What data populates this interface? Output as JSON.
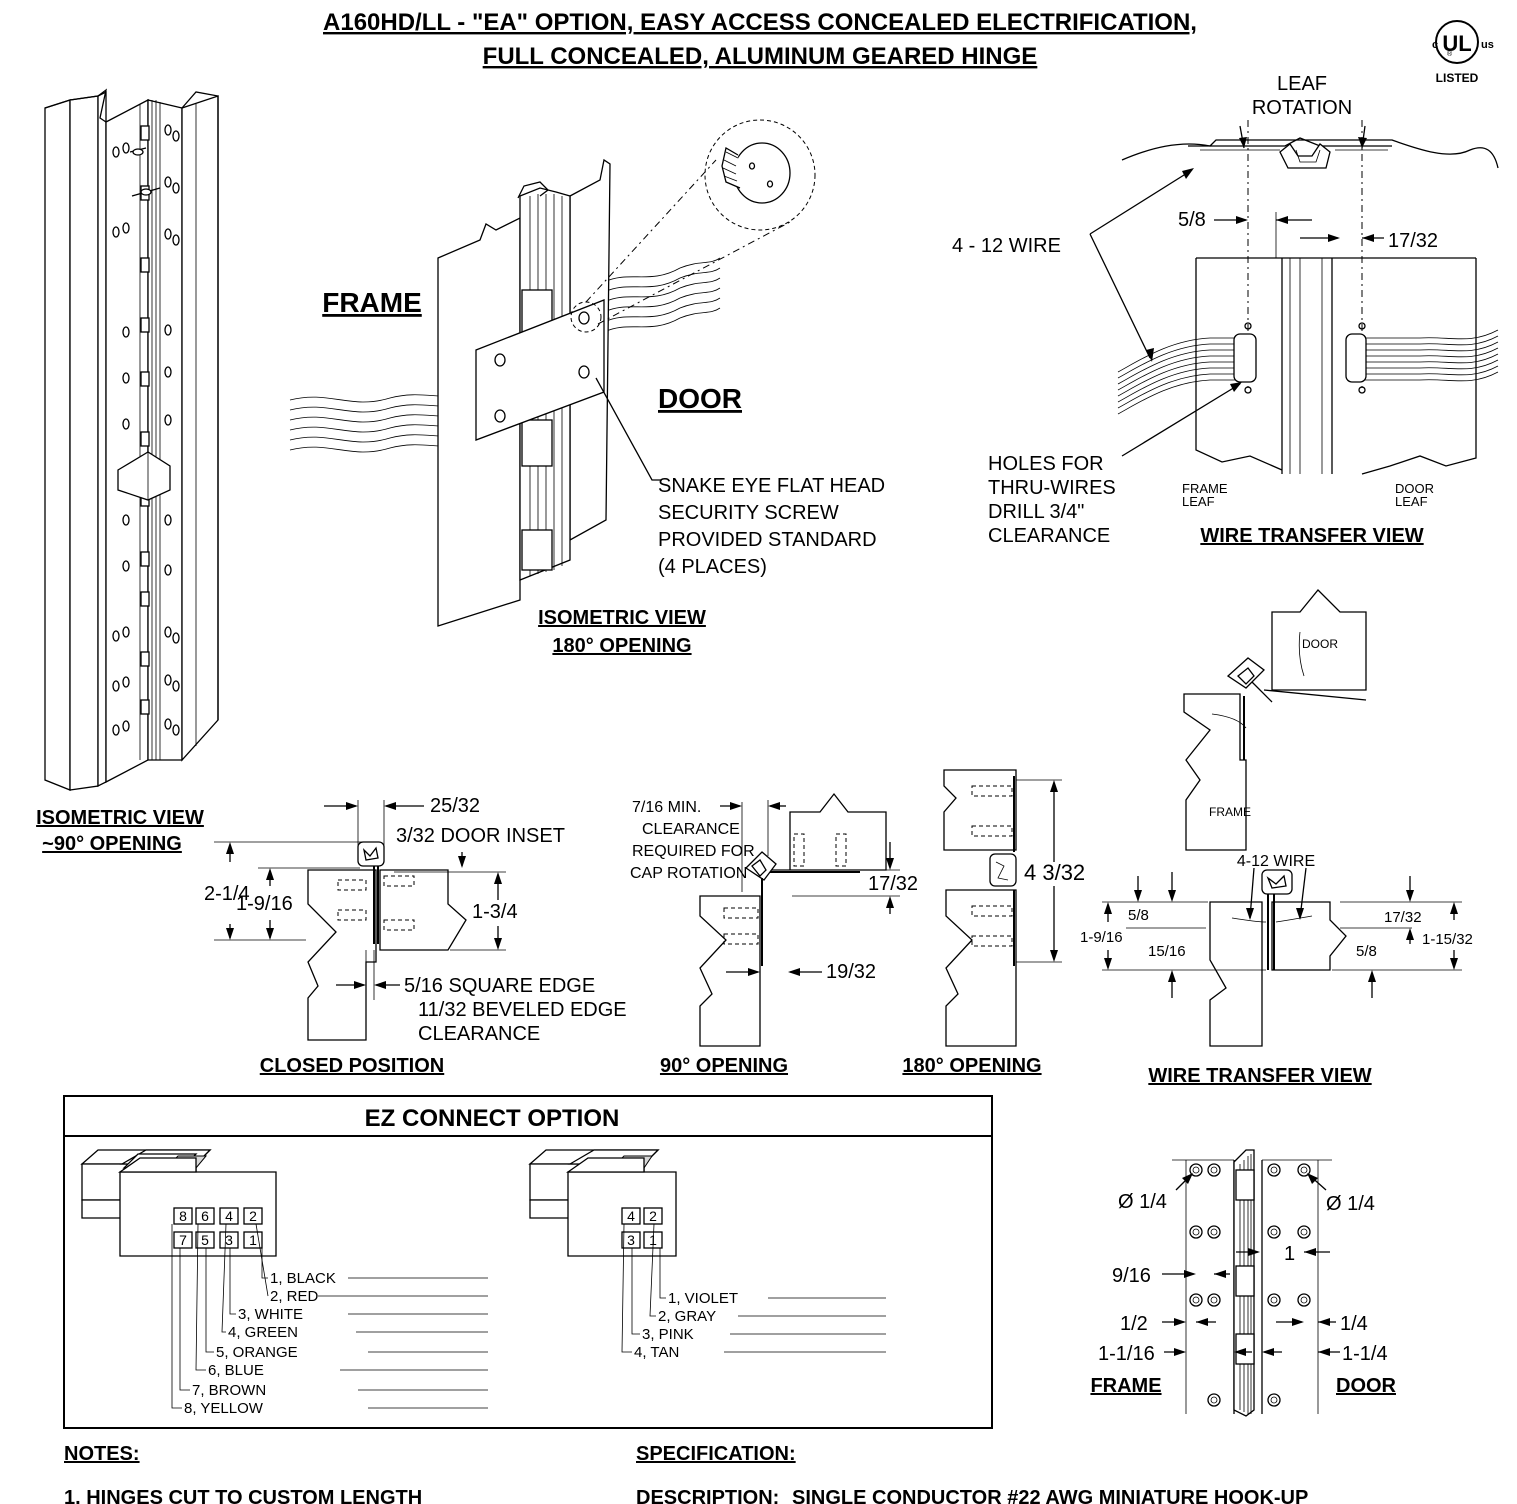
{
  "title": {
    "line1": "A160HD/LL - \"EA\" OPTION, EASY ACCESS CONCEALED ELECTRIFICATION,",
    "line2": "FULL CONCEALED, ALUMINUM GEARED HINGE"
  },
  "ul_mark": {
    "c": "c",
    "ul": "UL",
    "r": "®",
    "us": "us",
    "listed": "LISTED"
  },
  "isometric_90": {
    "title_line1": "ISOMETRIC VIEW",
    "title_line2": "~90° OPENING"
  },
  "isometric_180": {
    "frame_label": "FRAME",
    "door_label": "DOOR",
    "screw_note": [
      "SNAKE EYE FLAT HEAD",
      "SECURITY SCREW",
      "PROVIDED STANDARD",
      "(4 PLACES)"
    ],
    "title_line1": "ISOMETRIC VIEW",
    "title_line2": "180° OPENING"
  },
  "wire_transfer_top": {
    "leaf_rotation": [
      "LEAF",
      "ROTATION"
    ],
    "wire_label": "4 - 12 WIRE",
    "dim_left": "5/8",
    "dim_right": "17/32",
    "holes_note": [
      "HOLES FOR",
      "THRU-WIRES",
      "DRILL 3/4\"",
      "CLEARANCE"
    ],
    "frame_leaf": [
      "FRAME",
      "LEAF"
    ],
    "door_leaf": [
      "DOOR",
      "LEAF"
    ],
    "title": "WIRE TRANSFER VIEW"
  },
  "closed_position": {
    "dim_top": "25/32",
    "door_inset": "3/32 DOOR INSET",
    "dim_a": "2-1/4",
    "dim_b": "1-9/16",
    "dim_c": "1-3/4",
    "edge_note": [
      "5/16 SQUARE EDGE",
      "11/32 BEVELED EDGE",
      "CLEARANCE"
    ],
    "title": "CLOSED POSITION"
  },
  "opening_90": {
    "clearance_note": [
      "7/16 MIN.",
      "CLEARANCE",
      "REQUIRED FOR",
      "CAP ROTATION"
    ],
    "dim_a": "17/32",
    "dim_b": "19/32",
    "title": "90° OPENING"
  },
  "opening_180": {
    "dim": "4 3/32",
    "title": "180° OPENING"
  },
  "wire_transfer_bottom": {
    "door_label": "DOOR",
    "frame_label": "FRAME",
    "wire_label": "4-12 WIRE",
    "dims": {
      "left_top": "5/8",
      "left_outer": "1-9/16",
      "left_inner": "15/16",
      "right_top": "17/32",
      "right_outer": "1-15/32",
      "right_inner": "5/8"
    },
    "title": "WIRE TRANSFER VIEW"
  },
  "ez_connect": {
    "title": "EZ CONNECT OPTION",
    "connector_8_pins": [
      "8",
      "6",
      "4",
      "2",
      "7",
      "5",
      "3",
      "1"
    ],
    "connector_8_wires": [
      "1, BLACK",
      "2, RED",
      "3, WHITE",
      "4, GREEN",
      "5, ORANGE",
      "6, BLUE",
      "7, BROWN",
      "8, YELLOW"
    ],
    "connector_4_pins": [
      "4",
      "2",
      "3",
      "1"
    ],
    "connector_4_wires": [
      "1, VIOLET",
      "2, GRAY",
      "3, PINK",
      "4, TAN"
    ]
  },
  "leaf_detail": {
    "hole_left": "Ø 1/4",
    "hole_right": "Ø 1/4",
    "dim_9_16": "9/16",
    "dim_1": "1",
    "dim_1_2": "1/2",
    "dim_1_4": "1/4",
    "dim_1_1_16": "1-1/16",
    "dim_1_1_4": "1-1/4",
    "frame_label": "FRAME",
    "door_label": "DOOR"
  },
  "notes": {
    "heading": "NOTES:",
    "item1": "1. HINGES CUT TO CUSTOM LENGTH"
  },
  "specification": {
    "heading": "SPECIFICATION:",
    "label": "DESCRIPTION:",
    "value": "SINGLE CONDUCTOR #22 AWG MINIATURE HOOK-UP"
  }
}
